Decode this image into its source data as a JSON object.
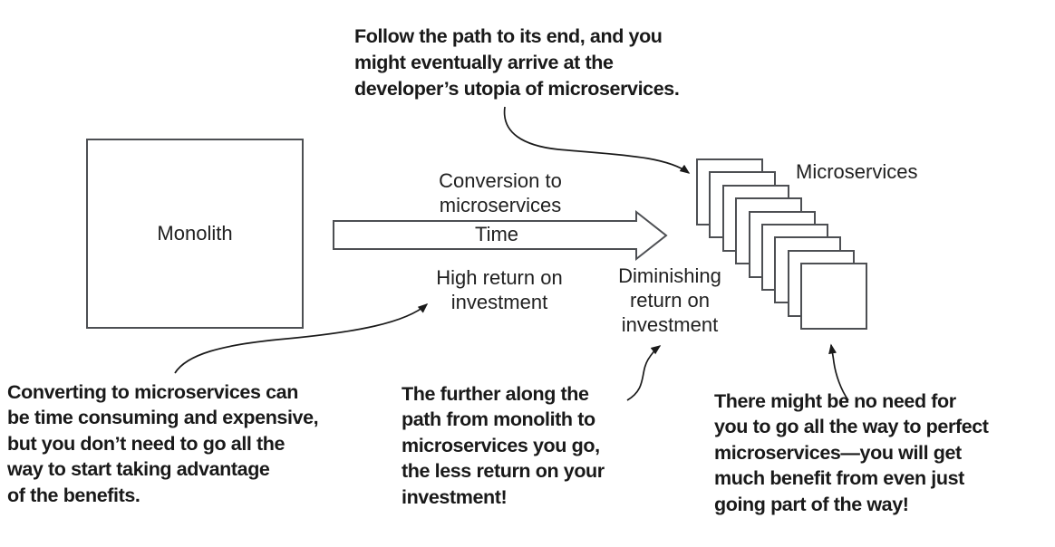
{
  "colors": {
    "background": "#ffffff",
    "text": "#212121",
    "annotation_text": "#191919",
    "shape_border": "#4d4f53",
    "curve_line": "#1a1a1a"
  },
  "monolith": {
    "label": "Monolith"
  },
  "timeline_arrow": {
    "above_label": "Conversion to\nmicroservices",
    "inside_label": "Time",
    "below_left_label": "High return on\ninvestment",
    "below_right_label": "Diminishing\nreturn on\ninvestment"
  },
  "microservices": {
    "label": "Microservices",
    "square_count": 9
  },
  "annotations": {
    "top": "Follow the path to its end, and you\nmight eventually arrive at the\ndeveloper’s utopia of microservices.",
    "bottom_left": "Converting to microservices can\nbe time consuming and expensive,\nbut you don’t need to go all the\nway to start taking advantage\nof the benefits.",
    "bottom_middle": "The further along the\npath from monolith to\nmicroservices you go,\nthe less return on your\ninvestment!",
    "bottom_right": "There might be no need for\nyou to go all the way to perfect\nmicroservices—you will get\nmuch benefit from even just\ngoing part of the way!"
  }
}
